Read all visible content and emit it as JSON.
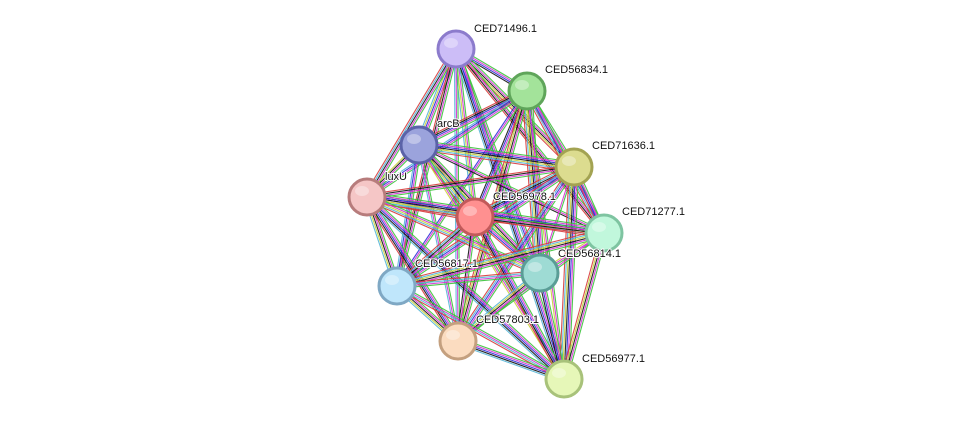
{
  "network": {
    "edge_colors": [
      "#3ac23a",
      "#d431d4",
      "#2b2bd6",
      "#111111",
      "#c8d23a",
      "#54b5d6",
      "#d63a3a"
    ],
    "nodes": [
      {
        "id": "CED71496.1",
        "label": "CED71496.1",
        "fill": "#ccbdf7",
        "stroke": "#8c7bcc"
      },
      {
        "id": "CED56834.1",
        "label": "CED56834.1",
        "fill": "#a3e39a",
        "stroke": "#5fa55a"
      },
      {
        "id": "arcB",
        "label": "arcB",
        "fill": "#9ba3dc",
        "stroke": "#5b63a8"
      },
      {
        "id": "CED71636.1",
        "label": "CED71636.1",
        "fill": "#dcdc8f",
        "stroke": "#a3a352"
      },
      {
        "id": "luxU",
        "label": "luxU",
        "fill": "#f5c6c6",
        "stroke": "#b77c7c"
      },
      {
        "id": "CED56978.1",
        "label": "CED56978.1",
        "fill": "#ff9090",
        "stroke": "#c25a5a"
      },
      {
        "id": "CED71277.1",
        "label": "CED71277.1",
        "fill": "#c1f7dc",
        "stroke": "#7ec4a1"
      },
      {
        "id": "CED56814.1",
        "label": "CED56814.1",
        "fill": "#9edbd4",
        "stroke": "#5a9d96"
      },
      {
        "id": "CED56817.1",
        "label": "CED56817.1",
        "fill": "#bfe6fb",
        "stroke": "#7fa8c4"
      },
      {
        "id": "CED57803.1",
        "label": "CED57803.1",
        "fill": "#fbdcc0",
        "stroke": "#c4a07f"
      },
      {
        "id": "CED56977.1",
        "label": "CED56977.1",
        "fill": "#e6f7b8",
        "stroke": "#a8c27a"
      }
    ]
  }
}
